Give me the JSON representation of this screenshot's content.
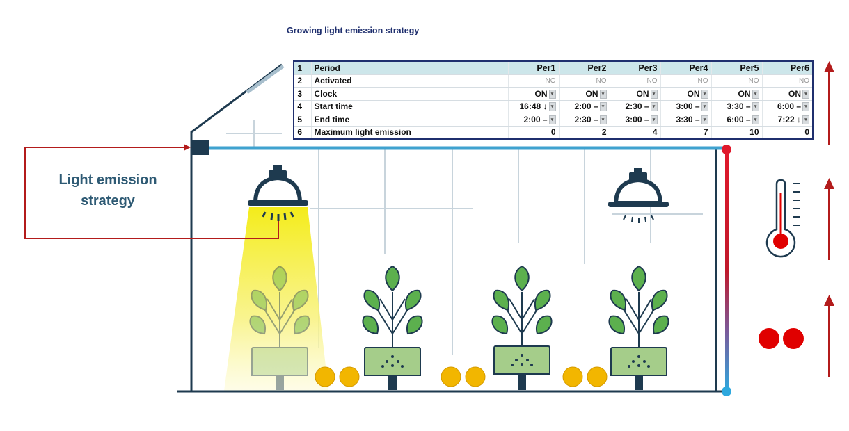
{
  "title": "Growing light emission strategy",
  "table": {
    "header": {
      "idx": "1",
      "label": "Period",
      "periods": [
        "Per1",
        "Per2",
        "Per3",
        "Per4",
        "Per5",
        "Per6"
      ]
    },
    "rows": [
      {
        "idx": "2",
        "label": "Activated",
        "values": [
          "NO",
          "NO",
          "NO",
          "NO",
          "NO",
          "NO"
        ]
      },
      {
        "idx": "3",
        "label": "Clock",
        "values": [
          "ON",
          "ON",
          "ON",
          "ON",
          "ON",
          "ON"
        ]
      },
      {
        "idx": "4",
        "label": "Start time",
        "values": [
          "16:48 ↓",
          "2:00 –",
          "2:30 –",
          "3:00 –",
          "3:30 –",
          "6:00 –"
        ]
      },
      {
        "idx": "5",
        "label": "End time",
        "values": [
          "2:00 –",
          "2:30 –",
          "3:00 –",
          "3:30 –",
          "6:00 –",
          "7:22 ↓"
        ]
      },
      {
        "idx": "6",
        "label": "Maximum light emission",
        "values": [
          "0",
          "2",
          "4",
          "7",
          "10",
          "0"
        ]
      }
    ]
  },
  "callout": {
    "label": "Light emission strategy"
  },
  "colors": {
    "outline": "#1e3a4f",
    "pipe": "#3fa2cf",
    "arrow": "#b31b1b",
    "light": "#f6ef2a",
    "leaf": "#5cb04e",
    "pot": "#a5cd8a",
    "coin": "#f2b600",
    "dot": "#e00000",
    "grid": "#c8d4dc"
  }
}
